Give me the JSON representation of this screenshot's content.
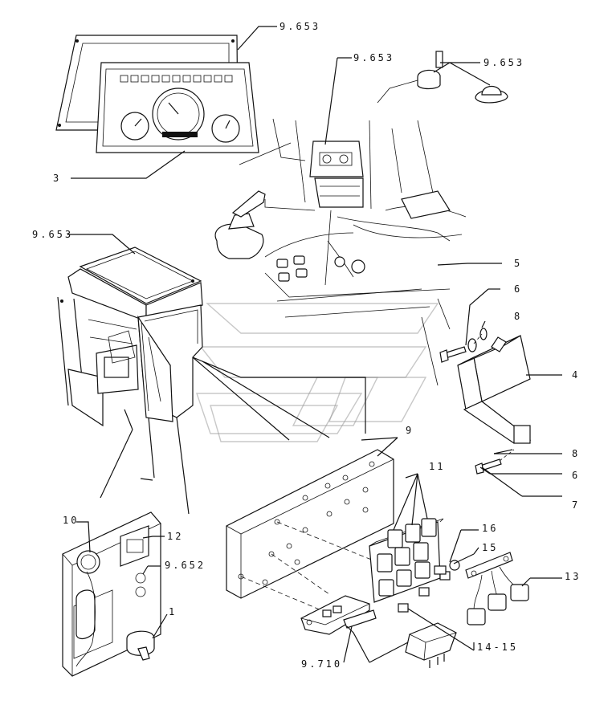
{
  "labels": {
    "l_9653_panel": "9.653",
    "l_9653_center": "9.653",
    "l_9653_switch": "9.653",
    "l_9653_cab": "9.653",
    "l_3": "3",
    "l_5": "5",
    "l_6a": "6",
    "l_8a": "8",
    "l_4": "4",
    "l_8b": "8",
    "l_6b": "6",
    "l_7": "7",
    "l_9": "9",
    "l_11": "11",
    "l_10": "10",
    "l_12": "12",
    "l_9652": "9.652",
    "l_16": "16",
    "l_15": "15",
    "l_13": "13",
    "l_1": "1",
    "l_1415": "14-15",
    "l_9710": "9.710"
  }
}
